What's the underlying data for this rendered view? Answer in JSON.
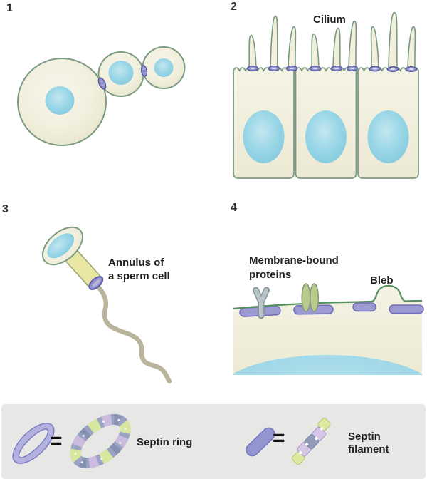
{
  "figure": {
    "panel1": {
      "number": "1"
    },
    "panel2": {
      "number": "2",
      "cilium_label": "Cilium"
    },
    "panel3": {
      "number": "3",
      "annulus_label_line1": "Annulus of",
      "annulus_label_line2": "a sperm cell"
    },
    "panel4": {
      "number": "4",
      "proteins_label_line1": "Membrane-bound",
      "proteins_label_line2": "proteins",
      "bleb_label": "Bleb"
    },
    "legend": {
      "equals": "=",
      "ring_label": "Septin ring",
      "filament_label_line1": "Septin",
      "filament_label_line2": "filament"
    },
    "colors": {
      "cell_fill": "#f2f0dd",
      "cell_outline": "#7b9a82",
      "nucleus_blue": "#93d3e4",
      "septin_purple": "#9090cb",
      "septin_purple_dark": "#5c5cab",
      "membrane_green": "#569160",
      "midpiece_yellow": "#e9e5a3",
      "tail_gray": "#b9b49c",
      "receptor_gray": "#b6c1c6",
      "protein_green": "#b7cb8b",
      "legend_background": "#e7e7e6",
      "ring_subunit_blue": "#99a3c3",
      "ring_subunit_green": "#d8e79e",
      "ring_subunit_purple": "#cbbcdf"
    }
  }
}
